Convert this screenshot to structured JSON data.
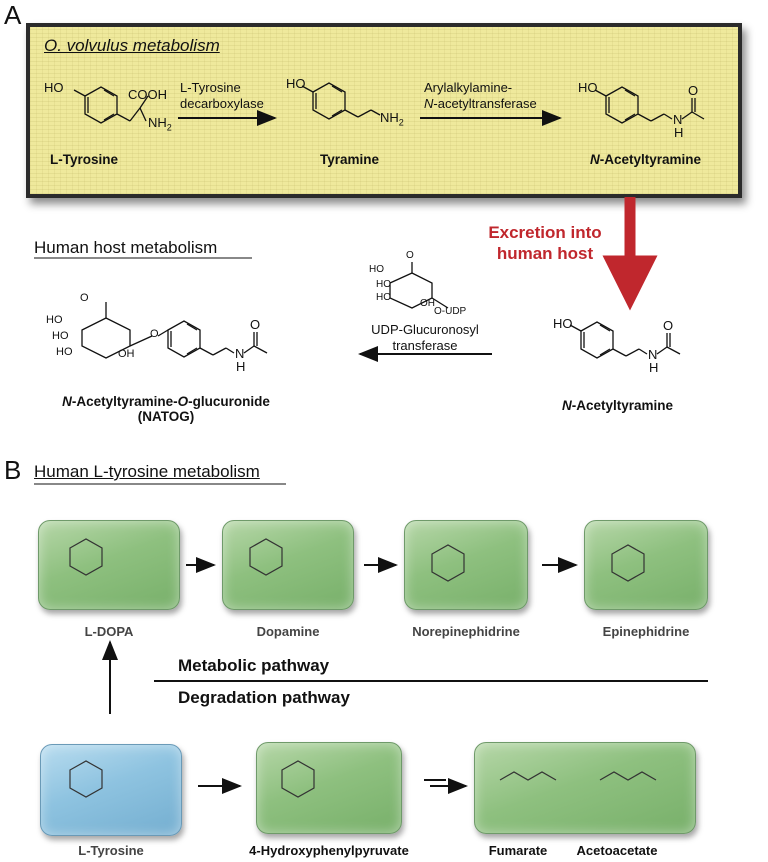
{
  "panel_a": {
    "letter": "A",
    "ov_title": "O. volvulus metabolism",
    "compounds": {
      "tyrosine": "L-Tyrosine",
      "tyramine": "Tyramine",
      "acetyltyramine": "-Acetyltyramine",
      "acetyltyramine_italic": "N",
      "host_acetyltyramine": "-Acetyltyramine",
      "natog_line1_a": "N",
      "natog_line1_b": "-Acetyltyramine-",
      "natog_line1_c": "O",
      "natog_line1_d": "-glucuronide",
      "natog_line2": "(NATOG)"
    },
    "enzymes": {
      "decarboxylase_1": "L-Tyrosine",
      "decarboxylase_2": "decarboxylase",
      "transferase_1": "Arylalkylamine-",
      "transferase_2_italic": "N",
      "transferase_2": "-acetyltransferase",
      "ugt_1": "UDP-Glucuronosyl",
      "ugt_2": "transferase"
    },
    "excretion": [
      "Excretion into",
      "human host"
    ],
    "host_title": "Human host metabolism",
    "atoms": {
      "ho": "HO",
      "cooh": "COOH",
      "nh2": "NH2",
      "n": "N",
      "h": "H",
      "o": "O",
      "oh": "OH",
      "oudp": "O-UDP"
    }
  },
  "panel_b": {
    "letter": "B",
    "title": "Human L-tyrosine metabolism",
    "tiles": [
      "L-DOPA",
      "Dopamine",
      "Norepinephidrine",
      "Epinephidrine",
      "L-Tyrosine",
      "4-Hydroxyphenylpyruvate",
      "Fumarate",
      "Acetoacetate"
    ],
    "metabolic_pathway": "Metabolic pathway",
    "degradation_pathway": "Degradation pathway"
  },
  "colors": {
    "red_arrow": "#c0272d",
    "yellow_box": "#efe99c",
    "green_tile": "#8ec07f",
    "blue_tile": "#8ec3e0"
  }
}
